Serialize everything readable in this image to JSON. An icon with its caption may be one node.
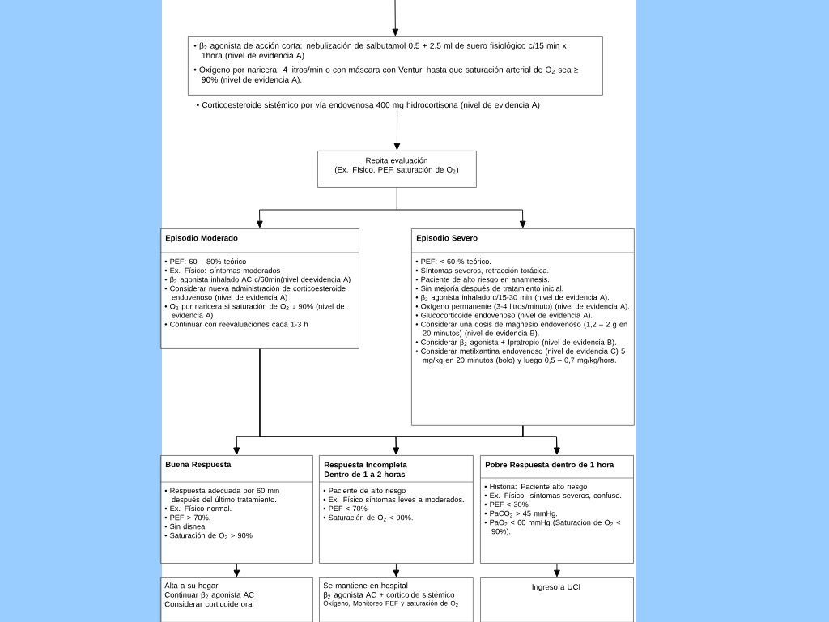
{
  "diagram": {
    "nodes": [
      {
        "text": [
          "• β$_{2}$ agonista de acción corta: nebulización de salbutamol 0,5 + 2,5 ml de suero fisiológico c/15 min x 1hora (nivel de evidencia A)",
          "• Oxígeno por naricera: 4 litros/min o con máscara con Venturi hasta que saturación arterial de O$_{2}$ sea ≥ 90% (nivel de evidencia A)."
        ]
      },
      {
        "text": [
          "• Corticoesteroide sistémico por vía endovenosa 400 mg hidrocortisona (nivel de evidencia A)"
        ]
      },
      {
        "text": [
          "Repita evaluación",
          "(Ex. Físico, PEF, saturación de O$_{2}$)"
        ]
      },
      {
        "text": [
          "Episodio Moderado",
          "• PEF: 60 – 80% teórico",
          "• Ex. Físico: síntomas moderados",
          "• β$_{2}$ agonista inhalado AC c/60min(nivel deevidencia A)",
          "• Considerar nueva administración de corticoesteroide endovenoso (nivel de evidencia A)",
          "• O$_{2}$ por naricera si saturación de O$_{2}$ ↓ 90% (nivel de evidencia A)",
          "• Continuar con reevaluaciones cada 1-3 h"
        ]
      },
      {
        "text": [
          "Episodio Severo",
          "• PEF: < 60 % teórico.",
          "• Síntomas severos, retracción torácica.",
          "• Paciente de alto riesgo en anamnesis.",
          "• Sin mejoría después de tratamiento inicial.",
          "• β$_{2}$ agonista inhalado c/15-30 min (nivel de evidencia A).",
          "• Oxígeno permanente (3-4 litros/minuto) (nivel de evidencia A).",
          "• Glucocorticoide endovenoso (nivel de evidencia A).",
          "• Considerar una dosis de magnesio endovenoso (1,2 – 2 g en 20 minutos) (nivel de evidencia B).",
          "• Considerar β$_{2}$ agonista + Ipratropio (nivel de evidencia B).",
          "• Considerar metilxantina endovenoso (nivel de evidencia C) 5 mg/kg en 20 minutos (bolo) y luego 0,5 – 0,7 mg/kg/hora."
        ]
      },
      {
        "text": [
          "Buena Respuesta",
          "• Respuesta adecuada por 60 min después del último tratamiento.",
          "• Ex. Físico normal.",
          "• PEF > 70%.",
          "• Sin disnea.",
          "• Saturación de O$_{2}$ > 90%"
        ]
      },
      {
        "text": [
          "Respuesta Incompleta Dentro de 1 a 2 horas",
          "• Paciente de alto riesgo",
          "• Ex. Físico síntomas leves a moderados.",
          "• PEF < 70%",
          "• Saturación de O$_{2}$ < 90%."
        ]
      },
      {
        "text": [
          "Pobre Respuesta dentro de 1 hora",
          "• Historia: Paciente alto riesgo",
          "• Ex. Físico: síntomas severos, confuso.",
          "• PEF < 30%",
          "• PaCO$_{2}$ > 45 mmHg.",
          "• PaO$_{2}$ < 60 mmHg (Saturación de O$_{2}$ < 90%)."
        ]
      },
      {
        "text": [
          "Alta a su hogar",
          "Continuar β$_{2}$ agonista AC",
          "Considerar corticoide oral"
        ]
      },
      {
        "text": [
          "Se mantiene en hospital",
          "β$_{2}$ agonista AC + corticoide sistémico",
          "Oxígeno, Monitoreo PEF y saturación de O$_{2}$"
        ]
      },
      {
        "text": [
          "Ingreso a UCI"
        ]
      }
    ],
    "edges": [
      {
        "from": null,
        "to": 0,
        "arrow": "to"
      },
      {
        "from": 1,
        "to": 2,
        "arrow": "to"
      },
      {
        "from": 2,
        "to": 3,
        "arrow": "to"
      },
      {
        "from": 2,
        "to": 4,
        "arrow": "to"
      },
      {
        "from": 3,
        "to": 5,
        "arrow": "to"
      },
      {
        "from": 3,
        "to": 6,
        "arrow": "to"
      },
      {
        "from": 3,
        "to": 7,
        "arrow": "to"
      },
      {
        "from": 4,
        "to": 5,
        "arrow": "to"
      },
      {
        "from": 4,
        "to": 6,
        "arrow": "to"
      },
      {
        "from": 4,
        "to": 7,
        "arrow": "to"
      },
      {
        "from": 5,
        "to": 8,
        "arrow": "to"
      },
      {
        "from": 6,
        "to": 9,
        "arrow": "to"
      },
      {
        "from": 7,
        "to": 10,
        "arrow": "to"
      }
    ]
  }
}
